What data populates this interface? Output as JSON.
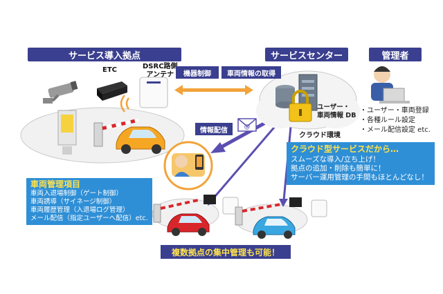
{
  "headers": {
    "service_site": "サービス導入拠点",
    "service_center": "サービスセンター",
    "admin": "管理者"
  },
  "devices": {
    "etc": "ETC",
    "dsrc_line1": "DSRC路側",
    "dsrc_line2": "アンテナ"
  },
  "arrows": {
    "device_control": "機器制御",
    "vehicle_info": "車両情報の取得",
    "info_delivery": "情報配信"
  },
  "cloud": {
    "db_line1": "ユーザー・",
    "db_line2": "車両情報 DB",
    "env": "クラウド環境"
  },
  "admin_tasks": [
    "・ユーザー・車両登録",
    "・各種ルール設定",
    "・メール配信設定 etc."
  ],
  "cloud_service": {
    "title": "クラウド型サービスだから…",
    "lines": [
      "スムーズな導入/立ち上げ！",
      "拠点の追加・削除も簡単に！",
      "サーバー運用管理の手間もほとんどなし！"
    ]
  },
  "vehicle_mgmt": {
    "title": "車両管理項目",
    "lines": [
      "車両入退場制御（ゲート制御）",
      "車両誘導（サイネージ制御）",
      "車両履歴管理（入退場ログ管理）",
      "メール配信（指定ユーザーへ配信）etc."
    ]
  },
  "bottom_banner": "複数拠点の集中管理も可能！",
  "colors": {
    "navy": "#3a3f8f",
    "blue": "#2f8fd6",
    "yellow": "#ffe34d",
    "orange_arrow": "#f2a33a",
    "purple_arrow": "#5a4fb0",
    "car_orange": "#f5a623",
    "car_red": "#d9262b",
    "car_blue": "#3aa7e0"
  }
}
